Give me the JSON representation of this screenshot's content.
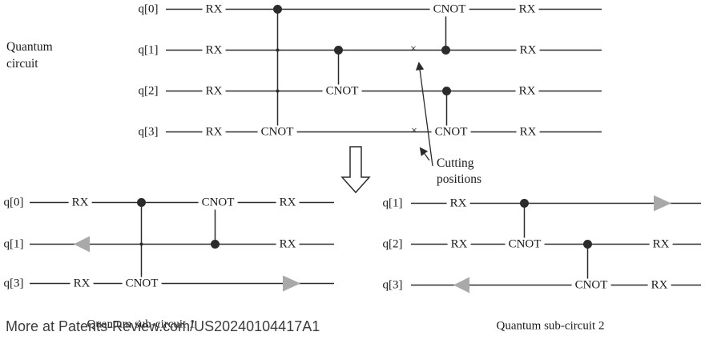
{
  "top": {
    "caption_line1": "Quantum",
    "caption_line2": "circuit",
    "cut_marker": "×",
    "cutting_line1": "Cutting",
    "cutting_line2": "positions",
    "wires": [
      {
        "qubit": "q[0]",
        "gates": {
          "rx1": "RX",
          "cnot": "CNOT",
          "rx2": "RX"
        }
      },
      {
        "qubit": "q[1]",
        "gates": {
          "rx1": "RX",
          "rx2": "RX"
        }
      },
      {
        "qubit": "q[2]",
        "gates": {
          "rx1": "RX",
          "cnot": "CNOT",
          "rx2": "RX"
        }
      },
      {
        "qubit": "q[3]",
        "gates": {
          "rx1": "RX",
          "cnot1": "CNOT",
          "cnot2": "CNOT",
          "rx2": "RX"
        }
      }
    ]
  },
  "sub1": {
    "caption": "Quantum sub-circuit 1",
    "wires": [
      {
        "qubit": "q[0]",
        "gates": {
          "rx1": "RX",
          "cnot": "CNOT",
          "rx2": "RX"
        }
      },
      {
        "qubit": "q[1]",
        "gates": {
          "rx2": "RX"
        }
      },
      {
        "qubit": "q[3]",
        "gates": {
          "rx1": "RX",
          "cnot": "CNOT"
        }
      }
    ]
  },
  "sub2": {
    "caption": "Quantum sub-circuit 2",
    "wires": [
      {
        "qubit": "q[1]",
        "gates": {
          "rx1": "RX"
        }
      },
      {
        "qubit": "q[2]",
        "gates": {
          "rx1": "RX",
          "cnot": "CNOT",
          "rx2": "RX"
        }
      },
      {
        "qubit": "q[3]",
        "gates": {
          "cnot": "CNOT",
          "rx2": "RX"
        }
      }
    ]
  },
  "watermark": "More at Patents-Review.com/US20240104417A1",
  "colors": {
    "wire": "#2b2b2b",
    "text": "#1b1b1b",
    "arrow_fill": "#a9a9a9",
    "watermark_text": "#3c3c3c",
    "background": "#ffffff"
  }
}
